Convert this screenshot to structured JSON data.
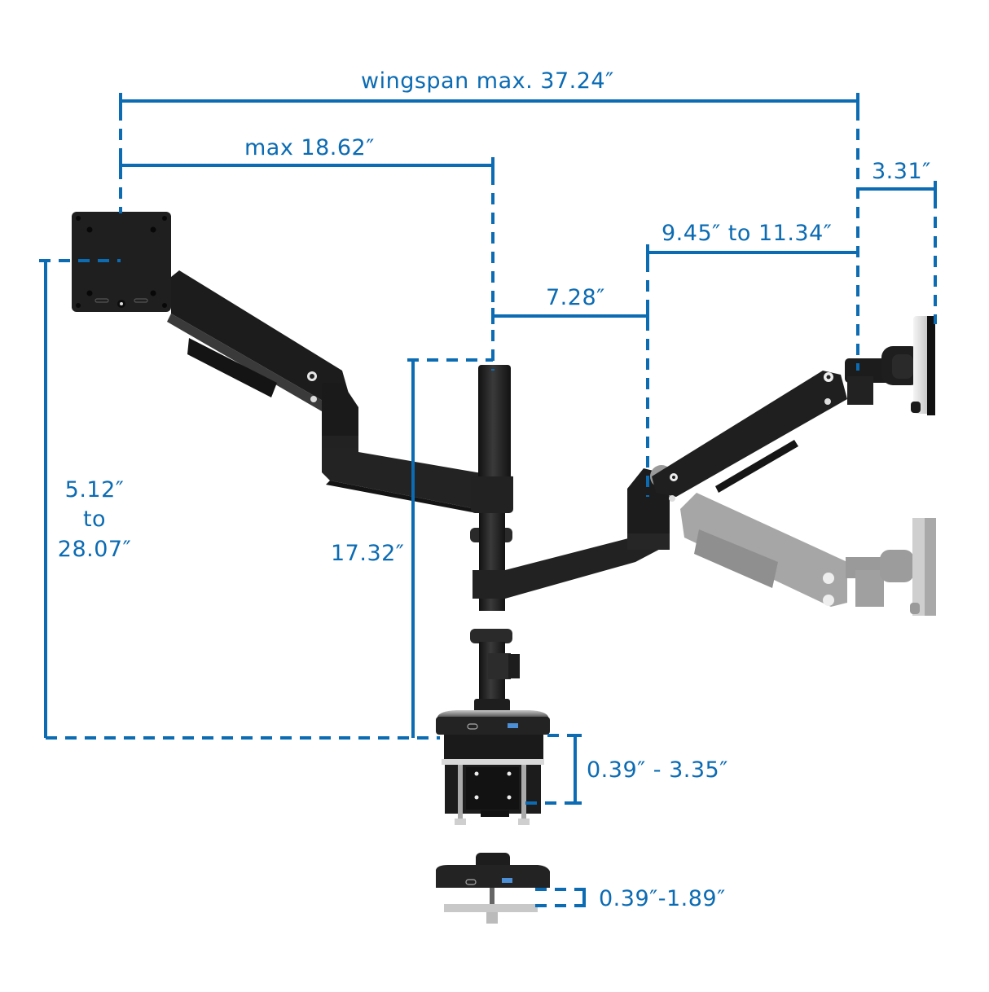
{
  "diagram": {
    "subject": "dual monitor arm with clamp and grommet mounts",
    "accent_color": "#0b6bb3",
    "arm_color": "#1e1e1e",
    "ghost_arm_color": "#9c9c9c"
  },
  "dimensions": {
    "wingspan": {
      "label": "wingspan max. 37.24″"
    },
    "arm_reach": {
      "label": "max 18.62″"
    },
    "tilt_depth": {
      "label": "3.31″"
    },
    "forearm_reach": {
      "label": "9.45″ to 11.34″"
    },
    "pole_offset": {
      "label": "7.28″"
    },
    "height_range": {
      "line1": "5.12″",
      "line2": "to",
      "line3": "28.07″"
    },
    "pole_height": {
      "label": "17.32″"
    },
    "clamp_range": {
      "label": "0.39″ - 3.35″"
    },
    "grommet_range": {
      "label": "0.39″-1.89″"
    }
  }
}
